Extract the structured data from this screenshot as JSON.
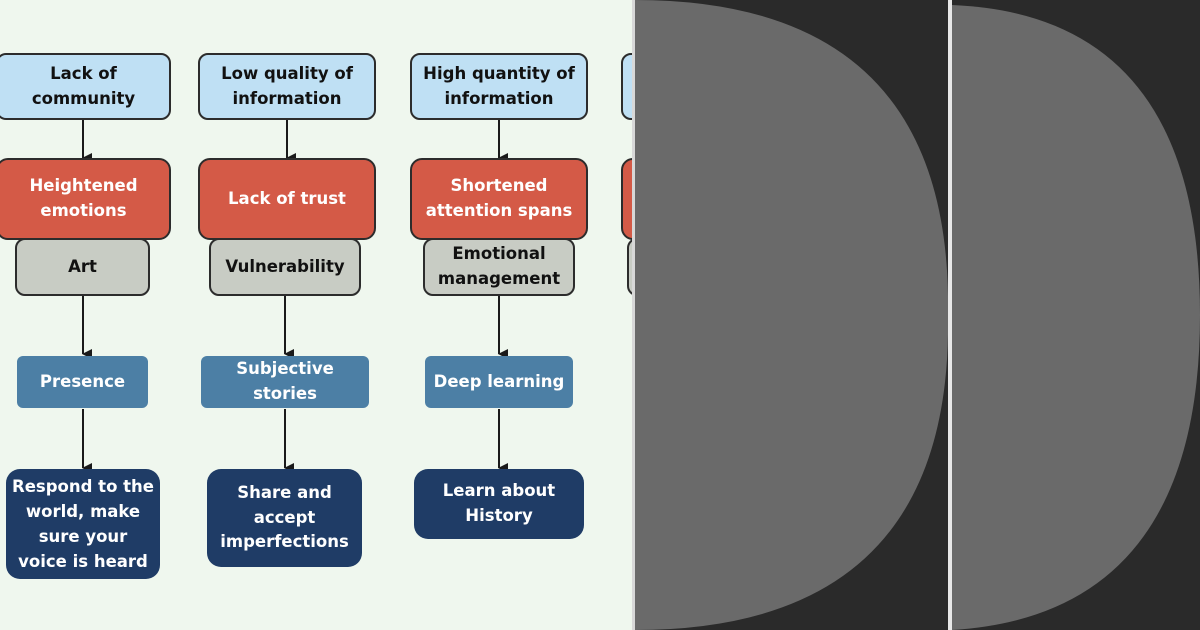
{
  "columns": [
    {
      "cause": "Lack of community",
      "effect": "Heightened emotions",
      "theme": "Art",
      "practice": "Presence",
      "action": "Respond to the world, make sure your voice is heard"
    },
    {
      "cause": "Low quality of information",
      "effect": "Lack of trust",
      "theme": "Vulnerability",
      "practice": "Subjective stories",
      "action": "Share and accept imperfections"
    },
    {
      "cause": "High quantity of information",
      "effect": "Shortened attention spans",
      "theme": "Emotional management",
      "practice": "Deep learning",
      "action": "Learn about History"
    }
  ],
  "colors": {
    "background": "#eff7ee",
    "cause": "#bfe0f4",
    "effect": "#d45a47",
    "theme": "#c8ccc4",
    "practice": "#4c7fa5",
    "action": "#1f3c66",
    "dark_panel": "#2a2a2a",
    "disc": "#6a6a6a"
  }
}
